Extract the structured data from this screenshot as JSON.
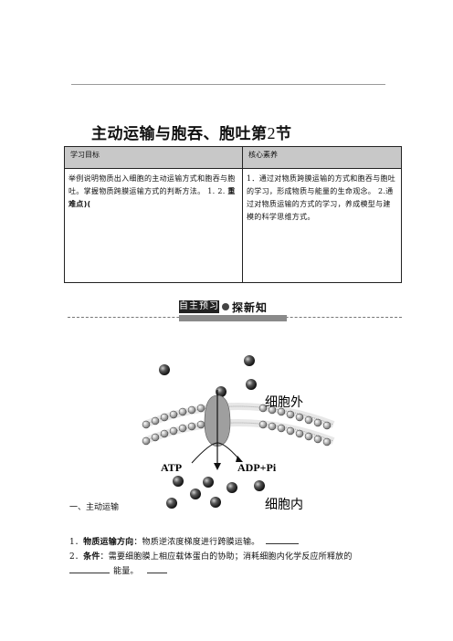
{
  "lesson_title": "主动运输与胞吞、胞吐第",
  "lesson_number": "2",
  "lesson_title_suffix": "节",
  "objectives_table": {
    "header_left": "学习目标",
    "header_right": "核心素养",
    "left_text": "举例说明物质出入细胞的主动运输方式和胞吞与胞吐。掌握物质跨膜运输方式的判断方法。",
    "left_num1": "1.",
    "left_num2": "2.",
    "left_key": "重难点)(",
    "right_text": "1．通过对物质跨膜运输的方式和胞吞与胞吐的学习，形成物质与能量的生命观念。 2.通过对物质运输的方式的学习，养成模型与建模的科学思维方式。"
  },
  "banner": {
    "label": "自主预习",
    "subtitle": "探新知"
  },
  "diagram_labels": {
    "outside": "细胞外",
    "inside": "细胞内",
    "atp": "ATP",
    "adp": "ADP+Pi"
  },
  "section_heading": "一、主动运输",
  "points": [
    {
      "num": "1．",
      "lead": "物质运输方向",
      "text": "：物质逆浓度梯度进行跨膜运输。"
    },
    {
      "num": "2．",
      "lead": "条件",
      "text": "：需要细胞膜上相应载体蛋白的协助；消耗细胞内化学反应所释放的"
    },
    {
      "text": "能量。"
    }
  ]
}
